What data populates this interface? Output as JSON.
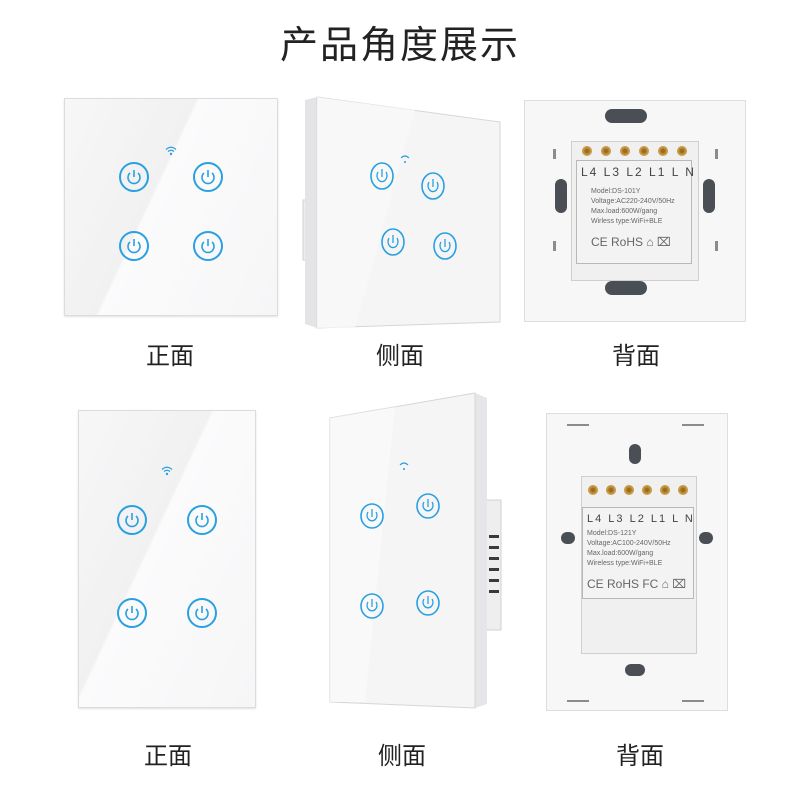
{
  "title": "产品角度展示",
  "accent_color": "#2aa0e0",
  "rows": [
    {
      "variant": "square",
      "views": [
        {
          "caption": "正面",
          "view": "front",
          "buttons": 4,
          "icons": [
            "wifi-icon",
            "power-icon"
          ]
        },
        {
          "caption": "侧面",
          "view": "side",
          "buttons": 4,
          "icons": [
            "wifi-icon",
            "power-icon"
          ]
        },
        {
          "caption": "背面",
          "view": "back",
          "terminals": "L4 L3 L2 L1  L  N",
          "model": "Model:DS-101Y",
          "voltage": "Voltage:AC220-240V/50Hz",
          "max_load": "Max.load:600W/gang",
          "wireless": "Wirless type:WiFi+BLE",
          "certs": "CE RoHS ⌂ ⌧"
        }
      ]
    },
    {
      "variant": "rectangular",
      "views": [
        {
          "caption": "正面",
          "view": "front",
          "buttons": 4,
          "icons": [
            "wifi-icon",
            "power-icon"
          ]
        },
        {
          "caption": "侧面",
          "view": "side",
          "buttons": 4,
          "icons": [
            "wifi-icon",
            "power-icon"
          ]
        },
        {
          "caption": "背面",
          "view": "back",
          "terminals": "L4 L3 L2 L1  L  N",
          "model": "Model:DS-121Y",
          "voltage": "Voltage:AC100-240V/50Hz",
          "max_load": "Max.load:600W/gang",
          "wireless": "Wireless type:WiFi+BLE",
          "certs": "CE RoHS FC ⌂ ⌧"
        }
      ]
    }
  ]
}
